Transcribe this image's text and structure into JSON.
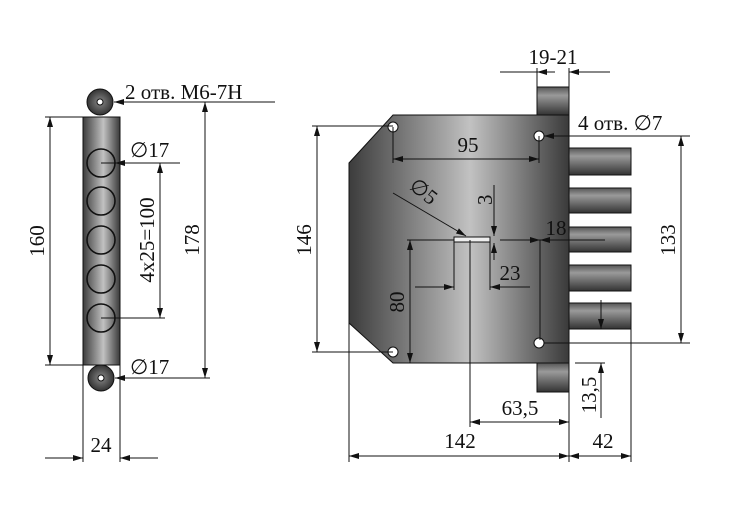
{
  "side_view": {
    "holes_note": "2 отв. М6-7Н",
    "dia_top": "∅17",
    "dia_bottom": "∅17",
    "height_plate": "160",
    "height_total": "178",
    "bolt_pitch": "4x25=100",
    "width": "24"
  },
  "front_view": {
    "bolt_projection": "19-21",
    "holes_note": "4 отв. ∅7",
    "hole_spacing_h": "95",
    "height": "146",
    "hole_spacing_v": "133",
    "key_dia": "∅5",
    "dim_3": "3",
    "dim_18": "18",
    "dim_23": "23",
    "dim_80": "80",
    "backset": "63,5",
    "width": "142",
    "bolt_length": "42",
    "bolt_offset": "13,5"
  },
  "colors": {
    "metal_dark": "#3a3a3a",
    "metal_light": "#b5b5b5"
  }
}
